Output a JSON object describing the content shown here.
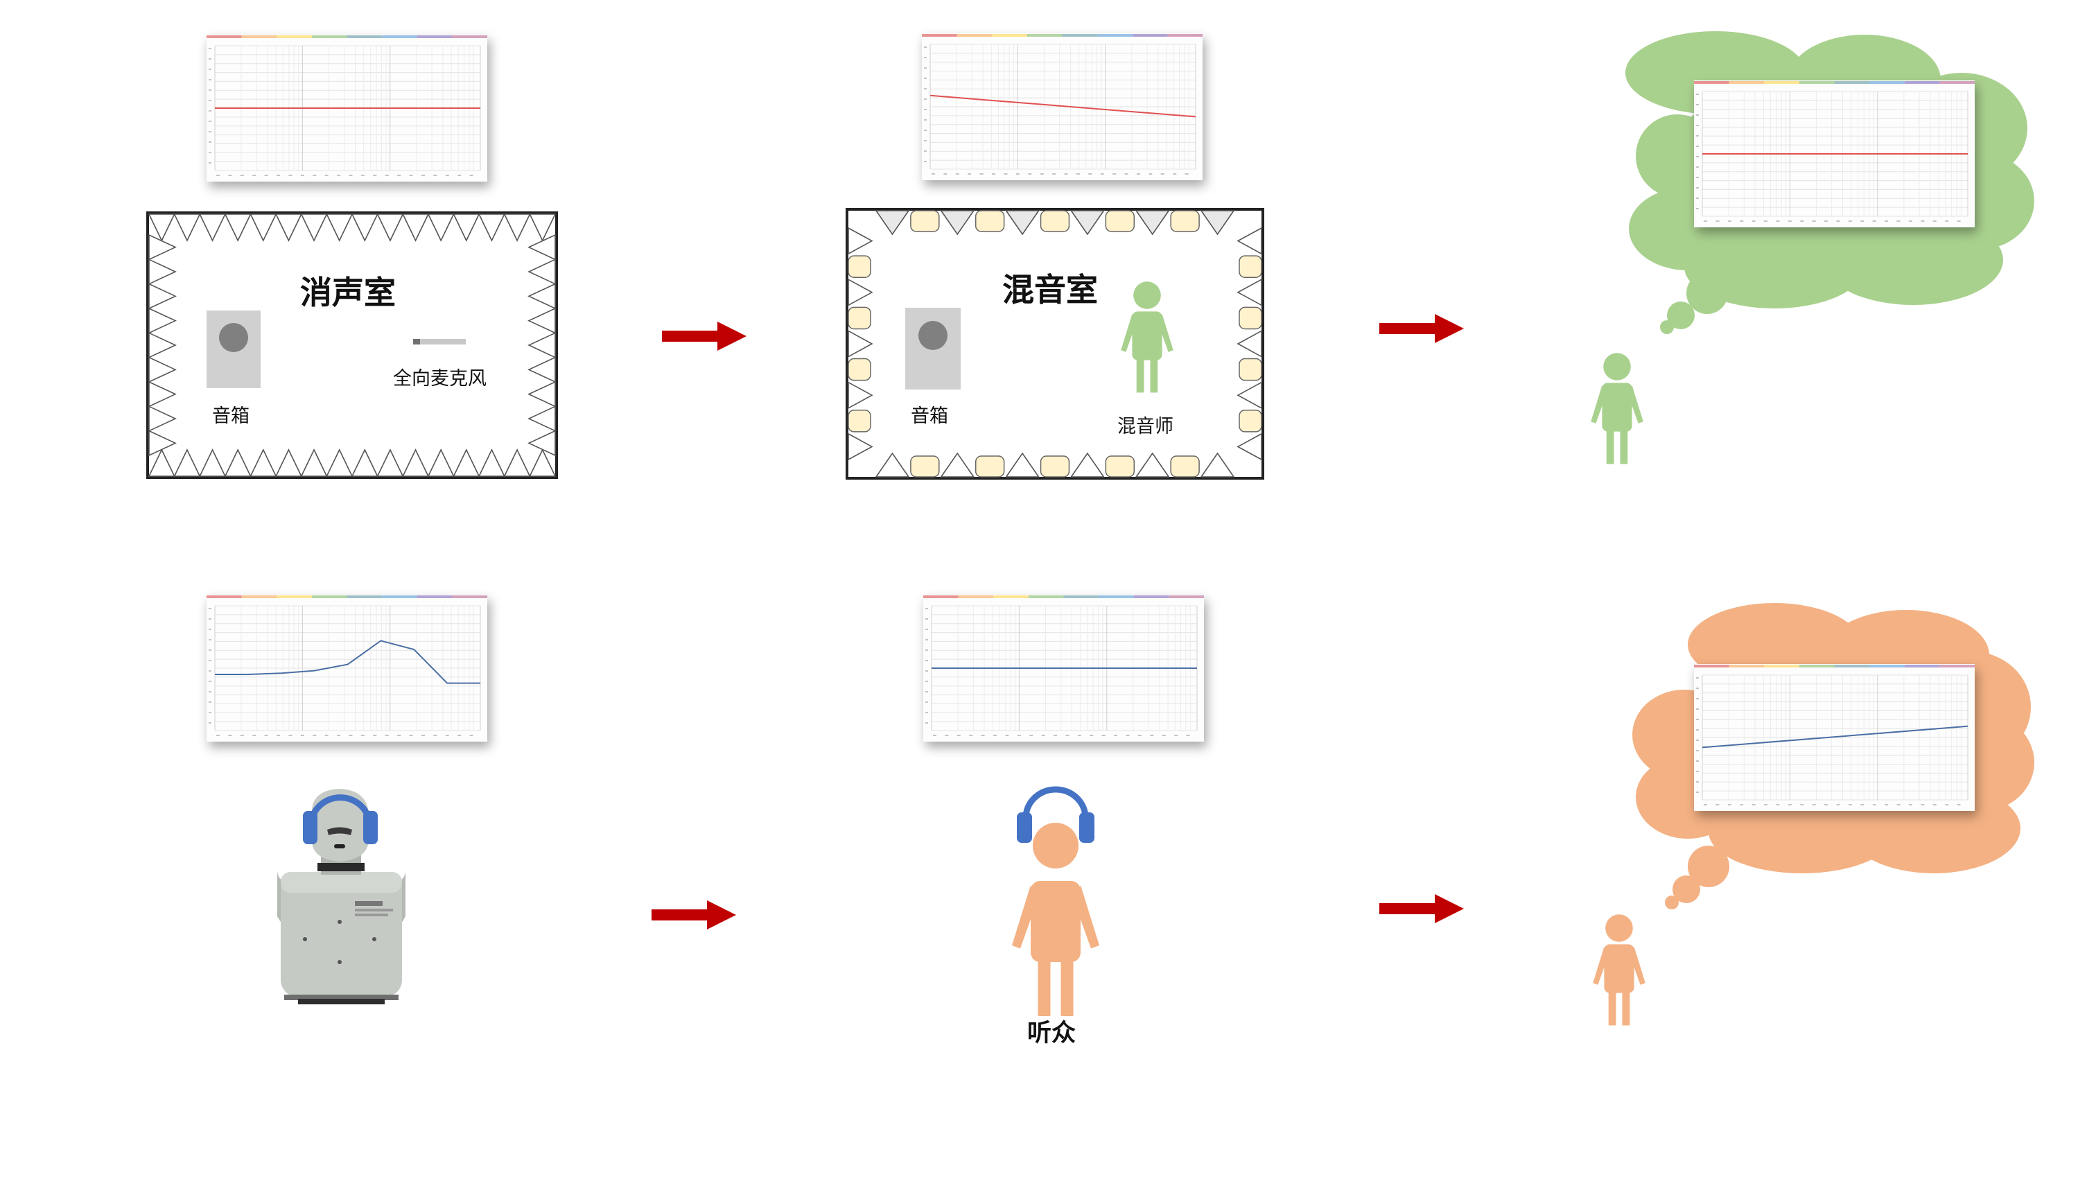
{
  "labels": {
    "anechoic_room": "消声室",
    "anechoic_speaker": "音箱",
    "omni_mic": "全向麦克风",
    "mixing_room": "混音室",
    "mixing_speaker": "音箱",
    "mixing_engineer": "混音师",
    "listener": "听众"
  },
  "colors": {
    "arrow": "#C00000",
    "engineer_green": "#A9D18E",
    "listener_orange": "#F4B183",
    "headphone_blue": "#4472C4",
    "curve_red": "#E05050",
    "curve_blue": "#4A6FA5",
    "absorber_yellow": "#FFF2CC",
    "speaker_gray": "#D0D0D0"
  },
  "icons": {
    "engineer": "person-icon",
    "listener": "person-icon",
    "headphones": "headphones-icon",
    "dummy_head": "head-and-torso-simulator-icon",
    "thought": "thought-bubble-icon",
    "arrow": "right-arrow-icon"
  },
  "chart_data": [
    {
      "type": "line",
      "id": "anechoic-response",
      "series": [
        {
          "y": [
            0.5,
            0.5
          ]
        }
      ]
    },
    {
      "type": "line",
      "id": "mixing-room-response",
      "series": [
        {
          "y": [
            0.41,
            0.58
          ]
        }
      ]
    },
    {
      "type": "line",
      "id": "engineer-perceived",
      "series": [
        {
          "y": [
            0.5,
            0.5
          ]
        }
      ]
    },
    {
      "type": "line",
      "id": "headphone-response",
      "series": [
        {
          "y": [
            0.55,
            0.55,
            0.54,
            0.52,
            0.47,
            0.28,
            0.35,
            0.62,
            0.62
          ]
        }
      ]
    },
    {
      "type": "line",
      "id": "listener-target",
      "series": [
        {
          "y": [
            0.5,
            0.5
          ]
        }
      ]
    },
    {
      "type": "line",
      "id": "listener-perceived",
      "series": [
        {
          "y": [
            0.58,
            0.41
          ]
        }
      ]
    }
  ]
}
